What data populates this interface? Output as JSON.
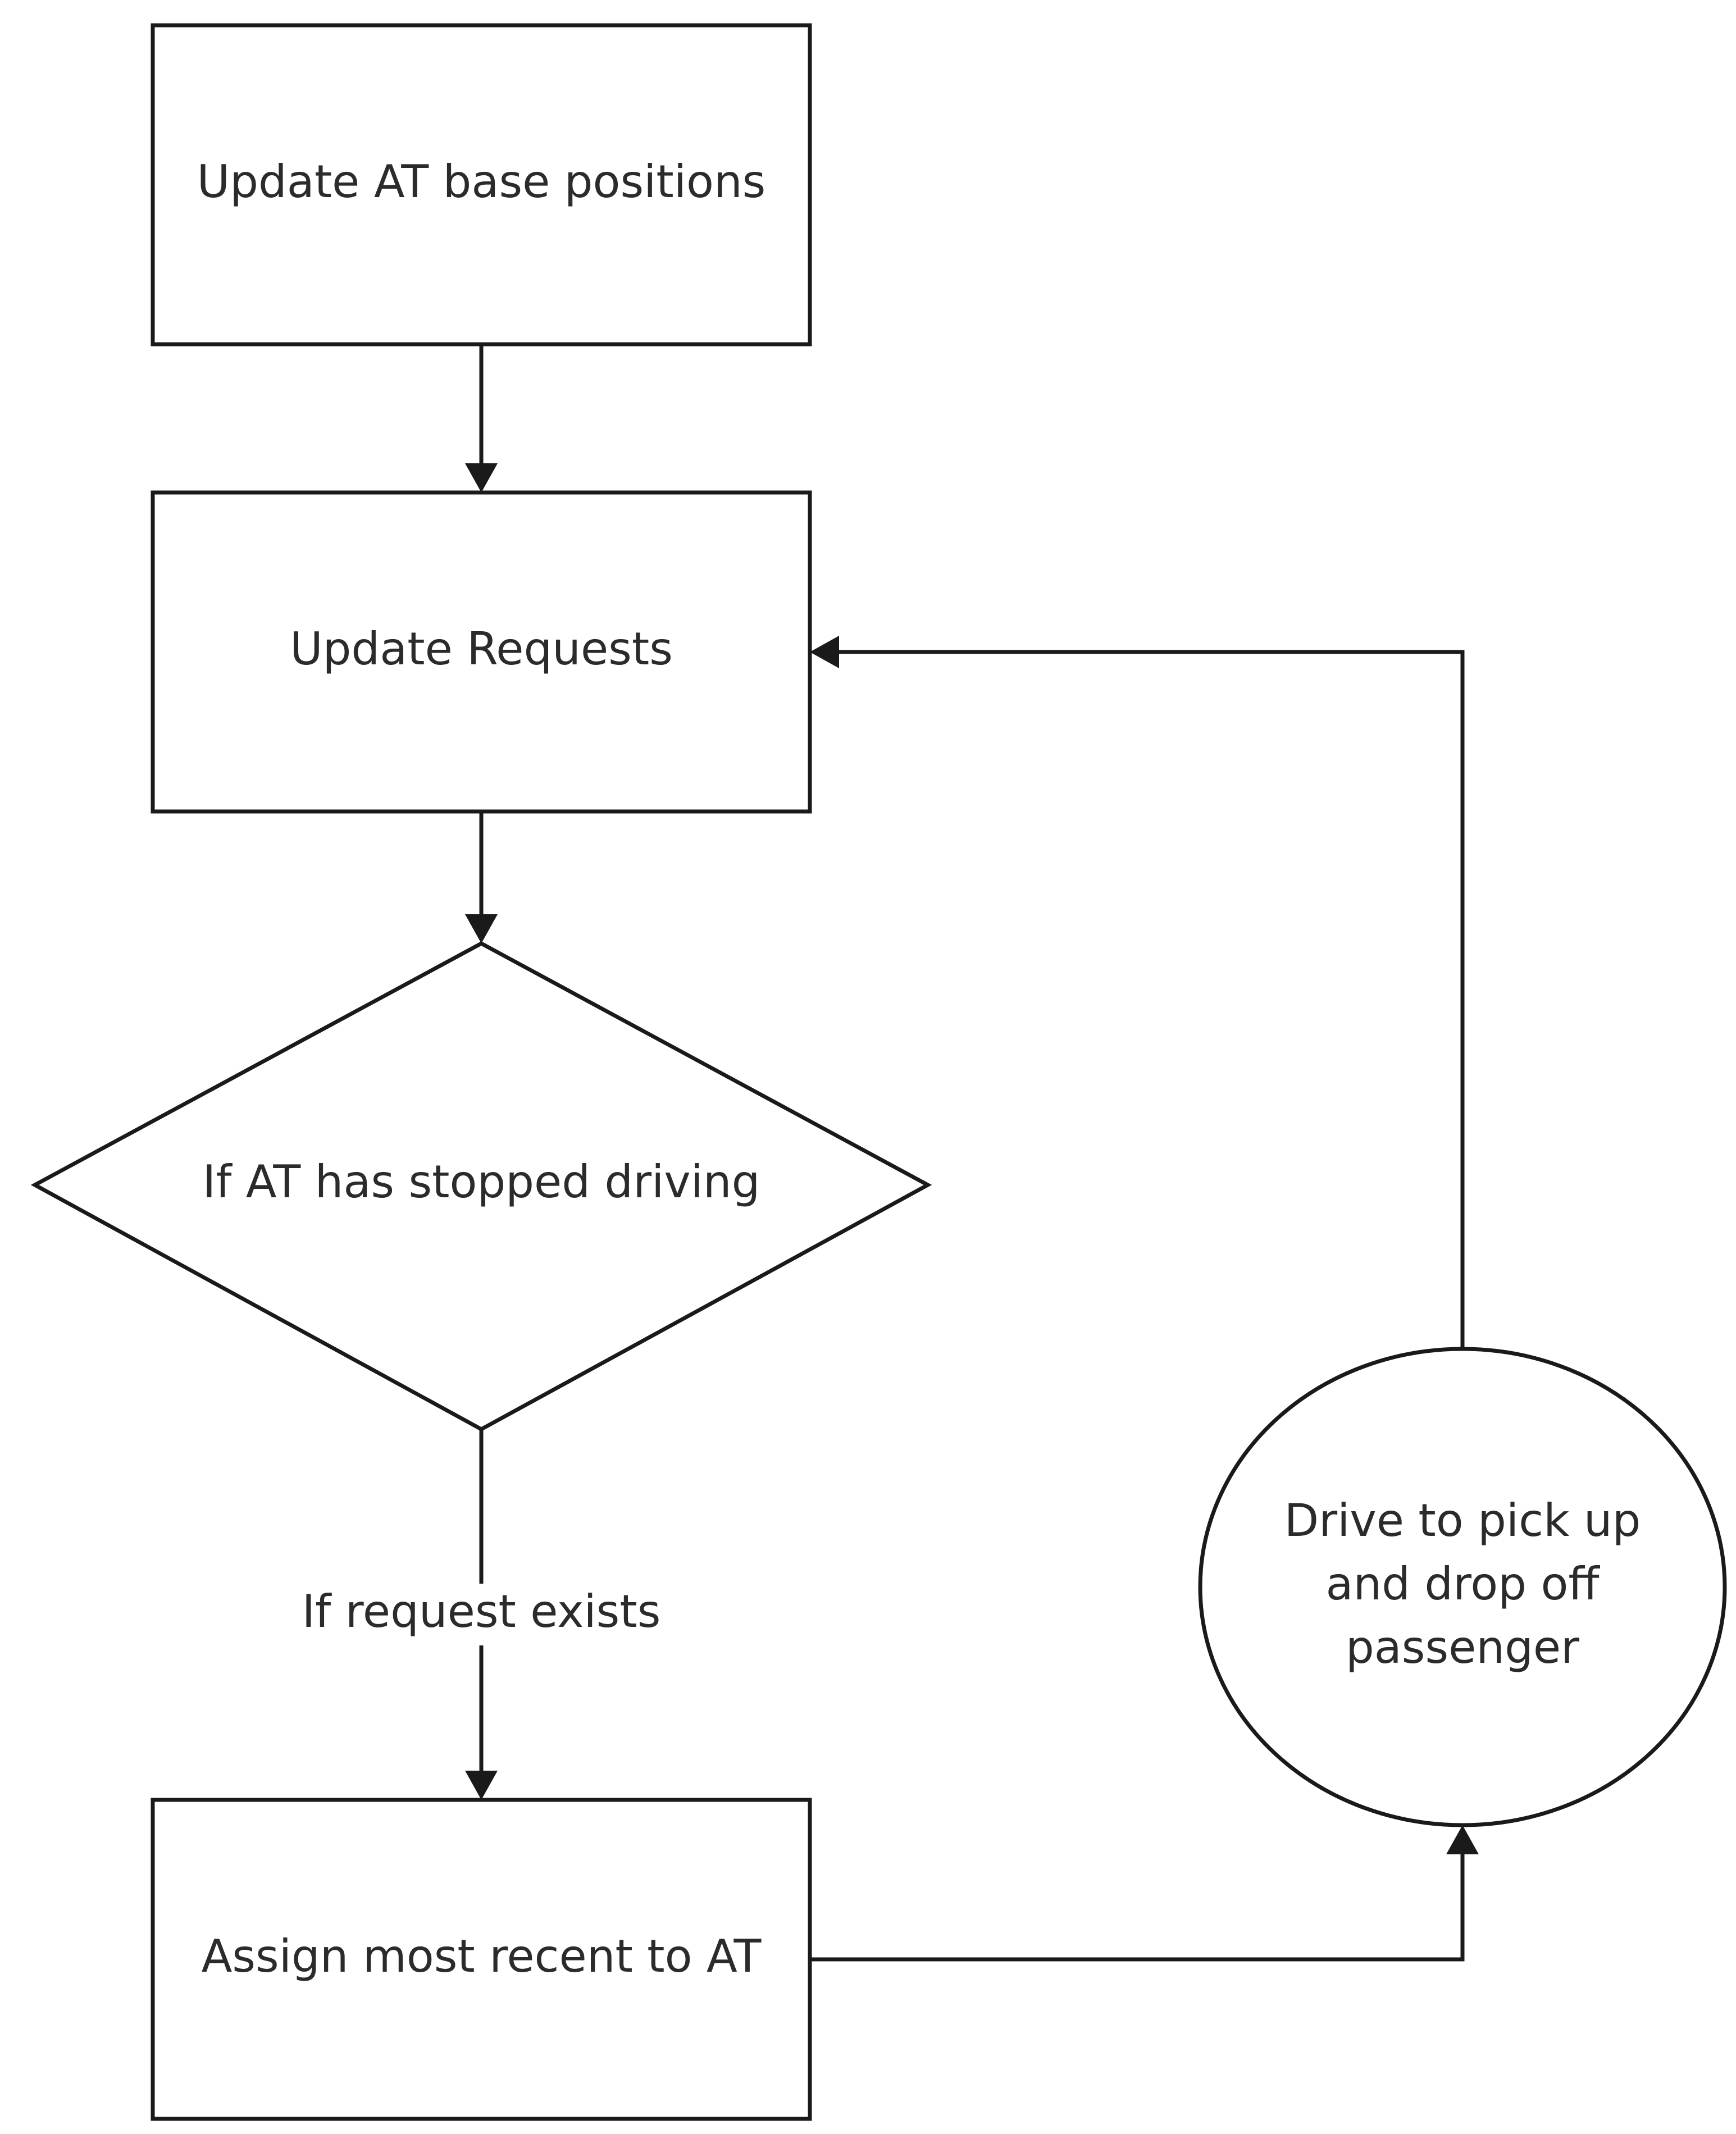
{
  "nodes": {
    "update_base": {
      "label": "Update AT base positions"
    },
    "update_requests": {
      "label": "Update Requests"
    },
    "decision": {
      "label": "If AT has stopped driving"
    },
    "assign": {
      "label": "Assign most recent to AT"
    },
    "drive": {
      "lines": [
        "Drive to pick up",
        "and drop off",
        "passenger"
      ]
    }
  },
  "edges": {
    "decision_to_assign": {
      "label": "If request exists"
    }
  },
  "colors": {
    "stroke": "#1a1a1a",
    "text": "#2b2b2b",
    "background": "#ffffff"
  }
}
